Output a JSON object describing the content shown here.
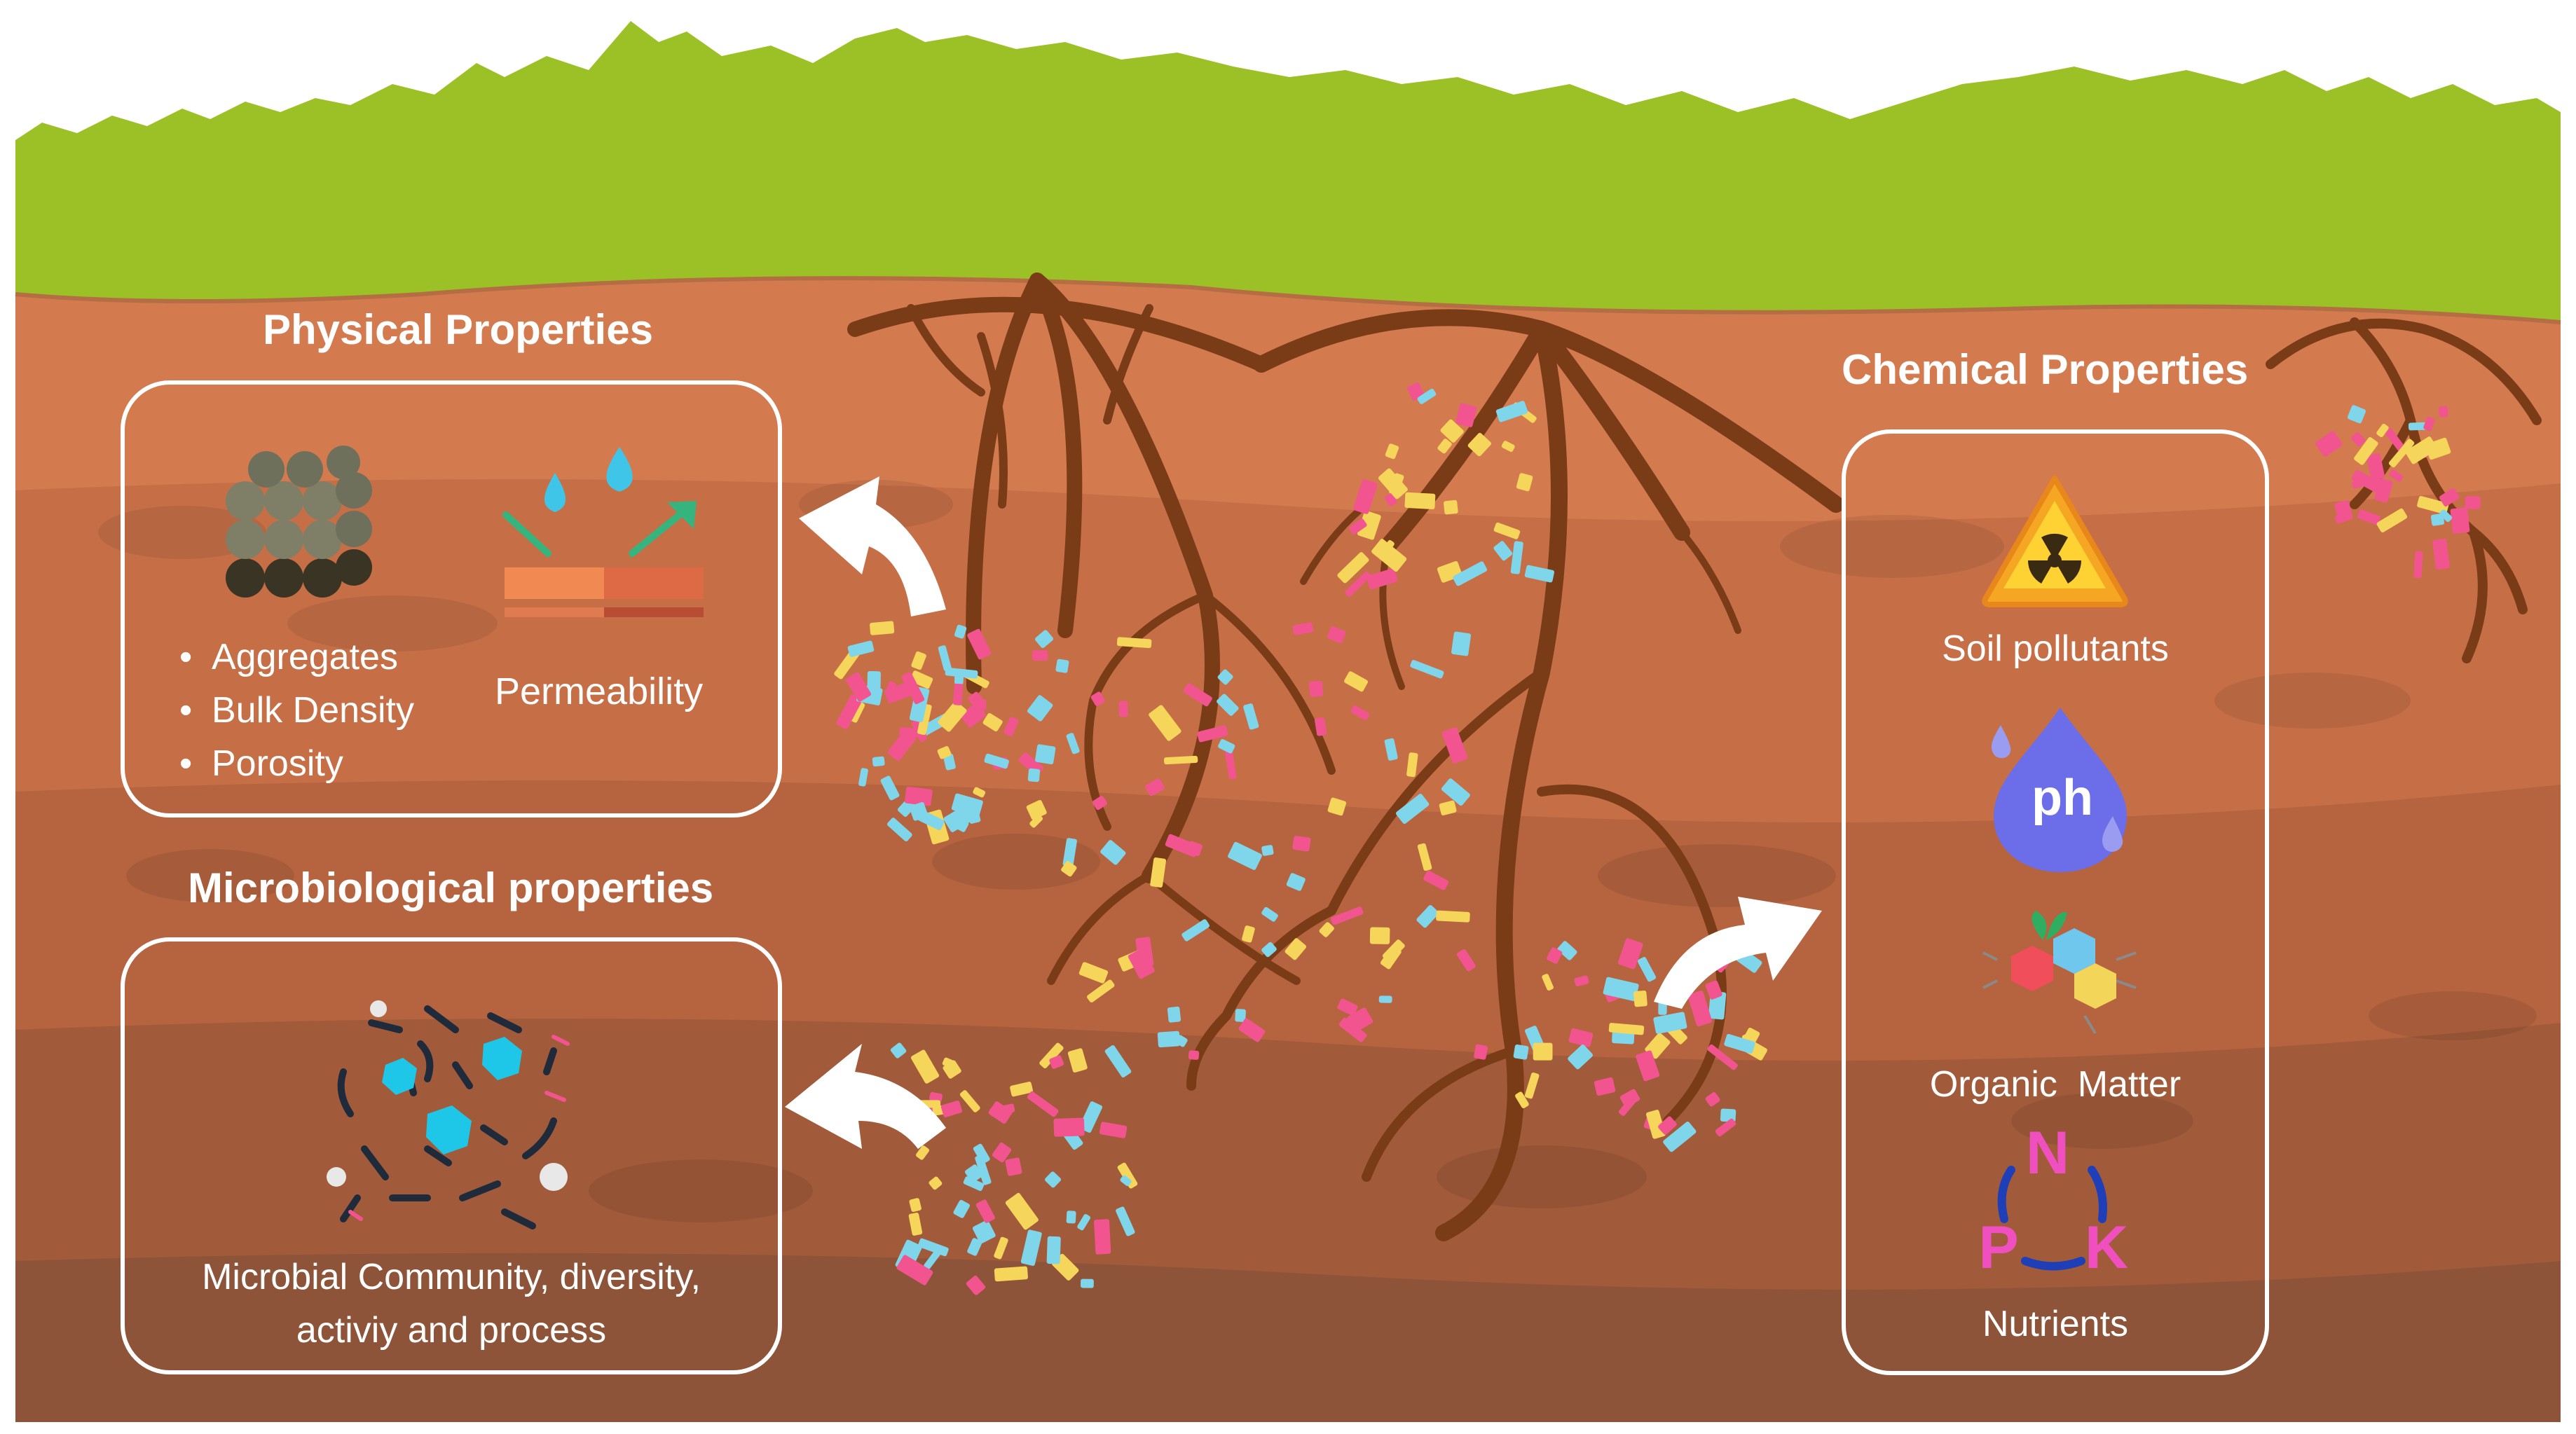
{
  "physical": {
    "title": "Physical Properties",
    "items": [
      "Aggregates",
      "Bulk Density",
      "Porosity"
    ],
    "permeability": "Permeability"
  },
  "microbiological": {
    "title": "Microbiological properties",
    "line1": "Microbial Community, diversity,",
    "line2": "activiy and process"
  },
  "chemical": {
    "title": "Chemical Properties",
    "pollutants": "Soil pollutants",
    "ph_icon_text": "ph",
    "organic": "Organic  Matter",
    "npk": [
      "N",
      "P",
      "K"
    ],
    "nutrients": "Nutrients"
  },
  "colors": {
    "grass": "#9cc127",
    "soil_top": "#d37a4f",
    "soil_deep": "#8e5439",
    "root": "#7a3b17",
    "microplastic_pink": "#f2548f",
    "microplastic_blue": "#7fd6ea",
    "microplastic_yellow": "#f6d65a"
  }
}
